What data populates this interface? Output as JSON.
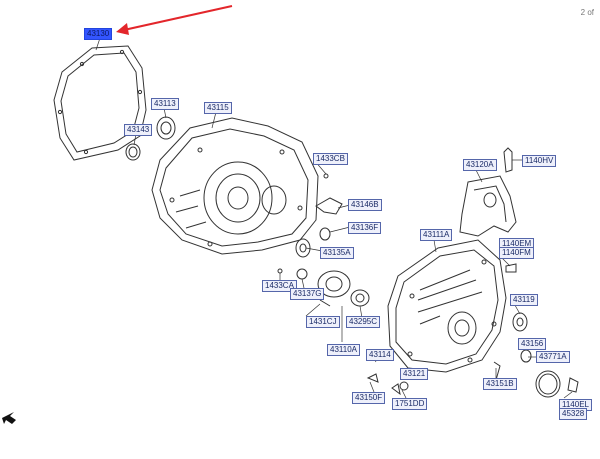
{
  "page_indicator": "2 of",
  "labels": {
    "l43130": "43130",
    "l43113": "43113",
    "l43115": "43115",
    "l43143": "43143",
    "l1433cb": "1433CB",
    "l43120a": "43120A",
    "l1140hv": "1140HV",
    "l43146b": "43146B",
    "l43136f": "43136F",
    "l43111a": "43111A",
    "l1140em": "1140EM",
    "l1140fm": "1140FM",
    "l43135a": "43135A",
    "l1433ca": "1433CA",
    "l43137g": "43137G",
    "l43119": "43119",
    "l1431cj": "1431CJ",
    "l43295c": "43295C",
    "l43156": "43156",
    "l43110a": "43110A",
    "l43114": "43114",
    "l43771a": "43771A",
    "l43121": "43121",
    "l43151b": "43151B",
    "l43150f": "43150F",
    "l1751dd": "1751DD",
    "l1140el": "1140EL",
    "l45328": "45328"
  },
  "colors": {
    "arrow": "#e3262b",
    "line": "#333333",
    "highlight": "#3355ff"
  }
}
